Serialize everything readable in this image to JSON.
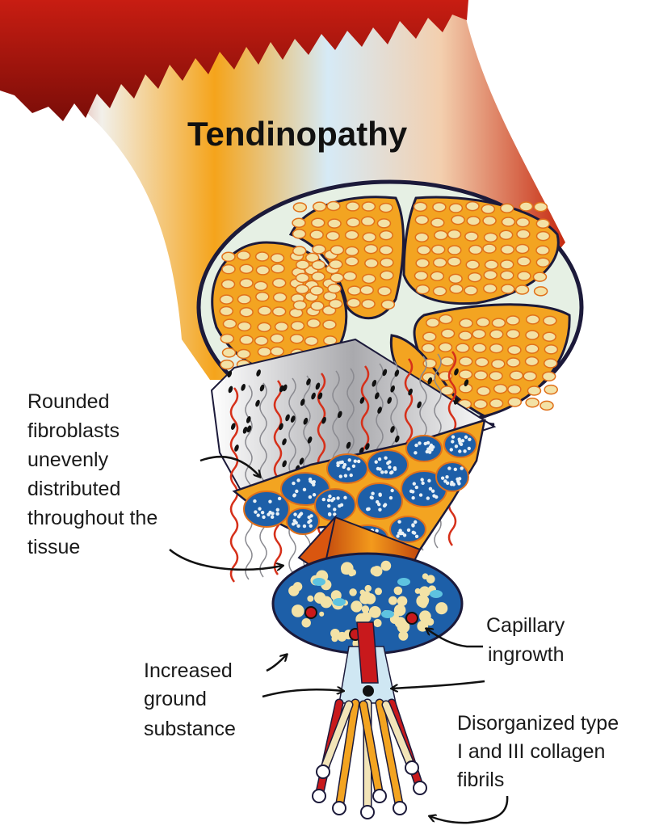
{
  "title": "Tendinopathy",
  "labels": {
    "fibroblasts": [
      "Rounded",
      "fibroblasts",
      "unevenly",
      "distributed",
      "throughout the",
      "tissue"
    ],
    "ground_substance": [
      "Increased",
      "ground",
      "substance"
    ],
    "capillary": [
      "Capillary",
      "ingrowth"
    ],
    "collagen": [
      "Disorganized type",
      "I and III collagen",
      "fibrils"
    ]
  },
  "colors": {
    "tendon_red": "#d42a12",
    "tendon_orange": "#f4a31a",
    "tendon_blue": "#cfe6f3",
    "fascicle_fill": "#f3a421",
    "cell_fill": "#f3e2a6",
    "sheath": "#e4efe2",
    "outline": "#1c1a3a",
    "blue_matrix": "#1d5fa8",
    "vessel": "#c8191c"
  }
}
